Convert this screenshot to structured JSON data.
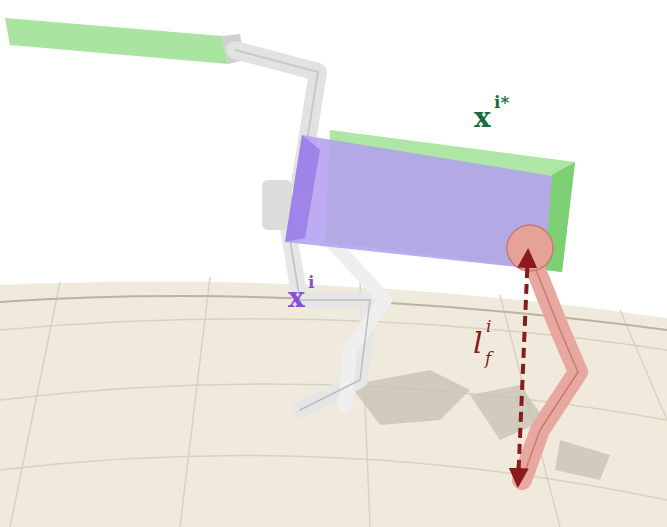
{
  "diagram": {
    "labels": [
      "x",
      "i*",
      "x",
      "i",
      "l",
      "i",
      "f"
    ]
  }
}
